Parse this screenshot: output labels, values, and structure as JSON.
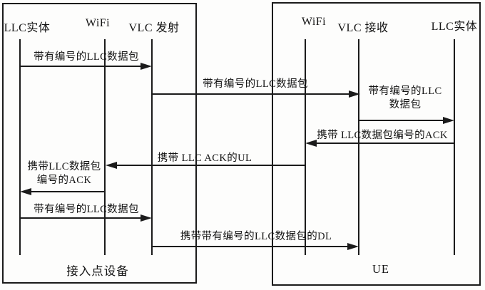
{
  "colors": {
    "line": "#1b1b1b",
    "background": "#fdfdfc",
    "text": "#141414"
  },
  "access_point": {
    "label": "接入点设备",
    "lifelines": [
      {
        "label": "LLC实体"
      },
      {
        "label": "WiFi"
      },
      {
        "label": "VLC 发射"
      }
    ]
  },
  "ue": {
    "label": "UE",
    "lifelines": [
      {
        "label": "WiFi"
      },
      {
        "label": "VLC 接收"
      },
      {
        "label": "LLC实体"
      }
    ]
  },
  "messages": [
    {
      "label": "带有编号的LLC数据包",
      "from": "LLC实体(接入点设备)",
      "to": "VLC 发射",
      "direction": "right"
    },
    {
      "label": "带有编号的LLC数据包",
      "from": "VLC 发射",
      "to": "VLC 接收",
      "direction": "right"
    },
    {
      "lines": [
        "带有编号的LLC",
        "数据包"
      ],
      "from": "VLC 接收",
      "to": "LLC实体(UE)",
      "direction": "right"
    },
    {
      "label": "携带 LLC数据包编号的ACK",
      "from": "LLC实体(UE)",
      "to": "WiFi(UE)",
      "direction": "left"
    },
    {
      "label": "携带 LLC ACK的UL",
      "from": "WiFi(UE)",
      "to": "WiFi(接入点设备)",
      "direction": "left"
    },
    {
      "lines": [
        "携带LLC数据包",
        "编号的ACK"
      ],
      "from": "WiFi(接入点设备)",
      "to": "LLC实体(接入点设备)",
      "direction": "left"
    },
    {
      "label": "带有编号的LLC数据包",
      "from": "LLC实体(接入点设备)",
      "to": "VLC 发射",
      "direction": "right"
    },
    {
      "label": "携带带有编号的LLC数据包的DL",
      "from": "VLC 发射",
      "to": "VLC 接收",
      "direction": "right"
    }
  ]
}
